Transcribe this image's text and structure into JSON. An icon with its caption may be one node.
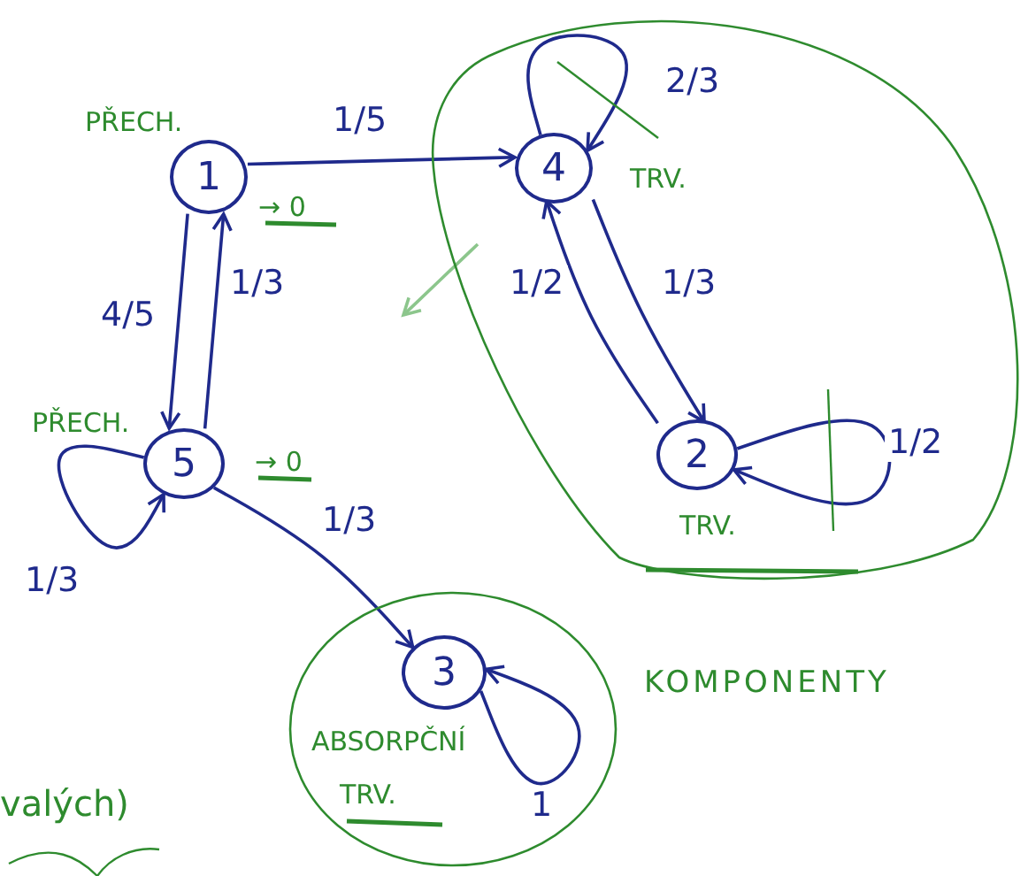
{
  "diagram": {
    "nodes": [
      {
        "text": [
          "1"
        ],
        "beside": [
          "PŘECH.",
          "→ 0"
        ]
      },
      {
        "text": [],
        "shape": "ellipse"
      },
      {
        "text": [
          "4"
        ],
        "in": 1,
        "beside": [
          "TRV."
        ]
      },
      {
        "text": [
          "5"
        ],
        "beside": [
          "PŘECH.",
          "→ 0"
        ]
      },
      {
        "text": [
          "2"
        ],
        "in": 1,
        "beside": [
          "TRV."
        ]
      },
      {
        "text": [],
        "shape": "ellipse"
      },
      {
        "text": [
          "3"
        ],
        "in": 5,
        "beside": [
          "ABSORPČNÍ",
          "TRV."
        ]
      }
    ],
    "edges": [
      {
        "from": 0,
        "to": 2,
        "arrow": "to",
        "label": "1/5"
      },
      {
        "from": 2,
        "to": 2,
        "arrow": "to",
        "label": "2/3"
      },
      {
        "from": 0,
        "to": 3,
        "arrow": "to",
        "label": "4/5"
      },
      {
        "from": 3,
        "to": 0,
        "arrow": "to",
        "label": "1/3"
      },
      {
        "from": 1,
        "to": null,
        "arrow": "to",
        "color": "#8cc68c"
      },
      {
        "from": 4,
        "to": 2,
        "arrow": "to",
        "label": "1/2"
      },
      {
        "from": 2,
        "to": 4,
        "arrow": "to",
        "label": "1/3"
      },
      {
        "from": 4,
        "to": 4,
        "arrow": "to",
        "label": "1/2"
      },
      {
        "from": 3,
        "to": 3,
        "arrow": "to",
        "label": "1/3"
      },
      {
        "from": 3,
        "to": 6,
        "arrow": "to",
        "label": "1/3"
      },
      {
        "from": 6,
        "to": 6,
        "arrow": "to",
        "label": "1"
      }
    ],
    "labels": [
      "KOMPONENTY",
      "valých)"
    ]
  }
}
